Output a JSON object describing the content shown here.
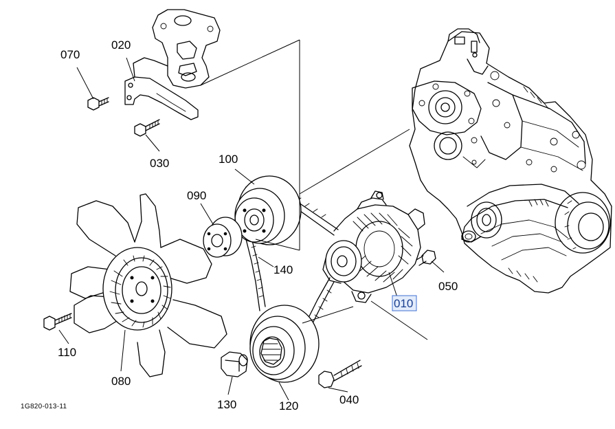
{
  "drawing_code": "1G820-013-11",
  "selected_part": "010",
  "colors": {
    "line": "#000000",
    "background": "#ffffff",
    "selection_fill": "#e3ecfb",
    "selection_border": "#3d6fd0"
  },
  "parts": [
    {
      "id": "p010",
      "number": "010",
      "component": "alternator"
    },
    {
      "id": "p020",
      "number": "020",
      "component": "alternator-bracket"
    },
    {
      "id": "p030",
      "number": "030",
      "component": "bolt"
    },
    {
      "id": "p040",
      "number": "040",
      "component": "bolt"
    },
    {
      "id": "p050",
      "number": "050",
      "component": "stud-bolt"
    },
    {
      "id": "p070",
      "number": "070",
      "component": "bolt"
    },
    {
      "id": "p080",
      "number": "080",
      "component": "cooling-fan"
    },
    {
      "id": "p090",
      "number": "090",
      "component": "spacer"
    },
    {
      "id": "p100",
      "number": "100",
      "component": "fan-drive-pulley"
    },
    {
      "id": "p110",
      "number": "110",
      "component": "bolt"
    },
    {
      "id": "p120",
      "number": "120",
      "component": "crankshaft-pulley"
    },
    {
      "id": "p130",
      "number": "130",
      "component": "nut"
    },
    {
      "id": "p140",
      "number": "140",
      "component": "fan-belt"
    }
  ]
}
